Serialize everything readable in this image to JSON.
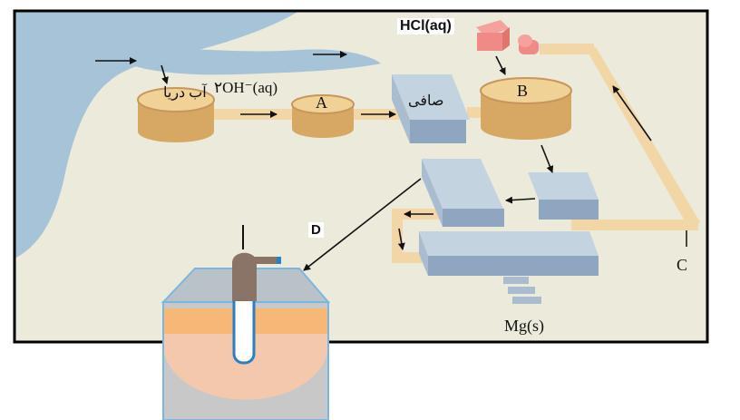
{
  "labels": {
    "sea_water": "آب دریا",
    "reagent": "۲OH⁻(aq)",
    "tank_a": "A",
    "filter": "صافی",
    "tank_b": "B",
    "hcl": "HCl(aq)",
    "stream_c": "C",
    "product": "Mg(s)",
    "step_d": "D"
  },
  "colors": {
    "sea": "#a7c3d8",
    "land": "#eceadb",
    "tank_body": "#d6a863",
    "tank_top": "#f0d297",
    "pipe": "#f2d6a6",
    "machine_top": "#c4d3e0",
    "machine_front": "#8fa6c0",
    "hcl_container": "#f08a87",
    "arrow": "#111111",
    "frame": "#000000"
  }
}
